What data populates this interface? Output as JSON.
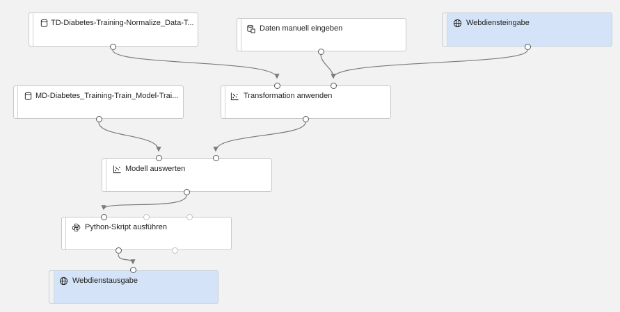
{
  "nodes": {
    "td_dataset": {
      "label": "TD-Diabetes-Training-Normalize_Data-T...",
      "icon": "cylinder-icon"
    },
    "manual_data": {
      "label": "Daten manuell eingeben",
      "icon": "database-edit-icon"
    },
    "web_input": {
      "label": "Webdiensteingabe",
      "icon": "globe-icon"
    },
    "md_model": {
      "label": "MD-Diabetes_Training-Train_Model-Trai...",
      "icon": "cylinder-icon"
    },
    "apply_transform": {
      "label": "Transformation anwenden",
      "icon": "scatter-plot-icon"
    },
    "evaluate_model": {
      "label": "Modell auswerten",
      "icon": "scatter-plot-icon"
    },
    "python_script": {
      "label": "Python-Skript ausführen",
      "icon": "python-icon"
    },
    "web_output": {
      "label": "Webdienstausgabe",
      "icon": "globe-icon"
    }
  },
  "colors": {
    "canvas_background": "#f2f2f2",
    "node_background": "#ffffff",
    "web_node_background": "#d4e3f7",
    "edge": "#7a7a7a",
    "text": "#201f1e"
  }
}
